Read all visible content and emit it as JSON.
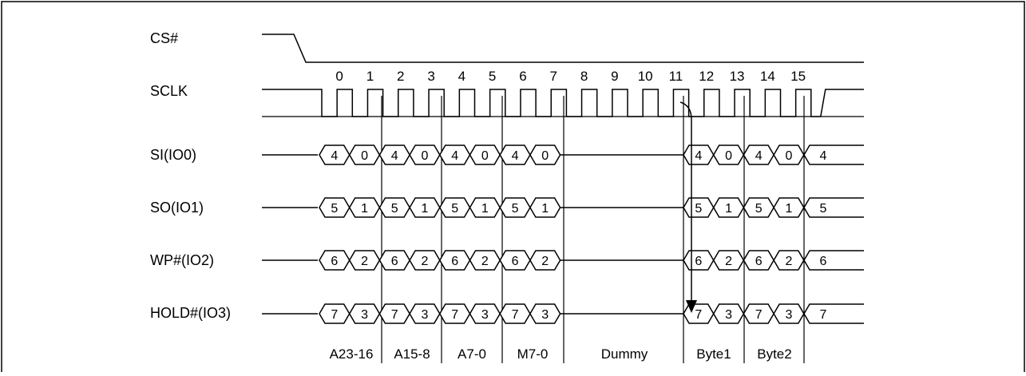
{
  "diagram": {
    "signals": {
      "cs": "CS#",
      "sclk": "SCLK",
      "si": "SI(IO0)",
      "so": "SO(IO1)",
      "wp": "WP#(IO2)",
      "hold": "HOLD#(IO3)"
    },
    "clock_numbers": [
      "0",
      "1",
      "2",
      "3",
      "4",
      "5",
      "6",
      "7",
      "8",
      "9",
      "10",
      "11",
      "12",
      "13",
      "14",
      "15"
    ],
    "phases": [
      "A23-16",
      "A15-8",
      "A7-0",
      "M7-0",
      "Dummy",
      "Byte1",
      "Byte2"
    ],
    "lanes": [
      {
        "id": "si",
        "high": "4",
        "low": "0"
      },
      {
        "id": "so",
        "high": "5",
        "low": "1"
      },
      {
        "id": "wp",
        "high": "6",
        "low": "2"
      },
      {
        "id": "hold",
        "high": "7",
        "low": "3"
      }
    ]
  }
}
